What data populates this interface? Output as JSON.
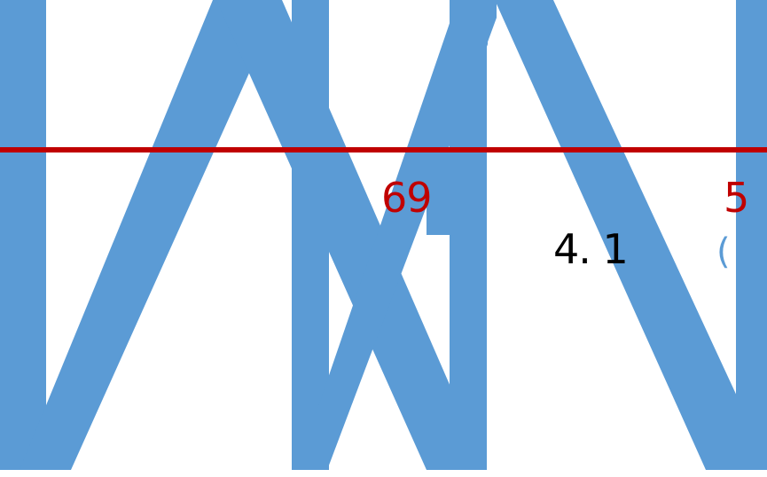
{
  "colors": {
    "background": "#ffffff",
    "line_red": "#c00000",
    "shape_blue": "#5b9bd5",
    "text_black": "#000000"
  },
  "labels": {
    "red_number": "69",
    "black_number": "4. 1",
    "edge_red": "5",
    "edge_paren": "("
  }
}
